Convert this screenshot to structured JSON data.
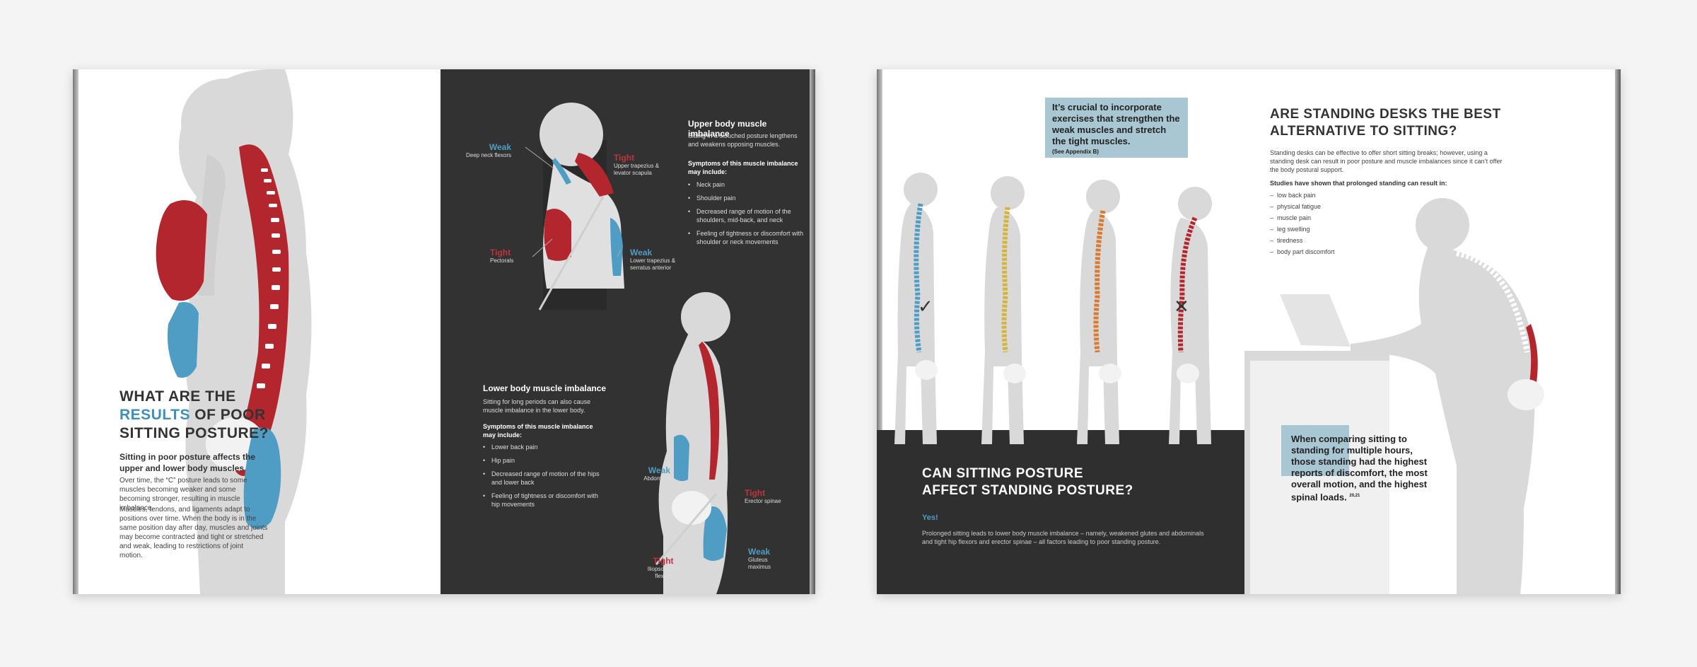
{
  "book1": {
    "left": {
      "heading_line1": "WHAT ARE THE",
      "heading_accent": "RESULTS",
      "heading_line2_rest": " OF POOR",
      "heading_line3": "SITTING POSTURE?",
      "subheading": "Sitting in poor posture affects the upper and lower body muscles",
      "para1": "Over time, the “C” posture leads to some muscles becoming weaker and some becoming stronger, resulting in muscle imbalance.",
      "para2": "Muscles, tendons, and ligaments adapt to positions over time. When the body is in the same position day after day, muscles and joints may become contracted and tight or stretched and weak, leading to restrictions of joint motion."
    },
    "right": {
      "upper": {
        "title": "Upper body muscle imbalance",
        "desc": "Sitting in a slouched posture lengthens and weakens opposing muscles.",
        "symptoms_title": "Symptoms of this muscle imbalance may include:",
        "symptoms": [
          "Neck pain",
          "Shoulder pain",
          "Decreased range of motion of the shoulders, mid-back, and neck",
          "Feeling of tightness or discomfort with shoulder or neck movements"
        ],
        "labels": {
          "weak1": "Weak",
          "weak1_sub": "Deep neck flexors",
          "tight1": "Tight",
          "tight1_sub": "Upper trapezius & levator scapula",
          "tight2": "Tight",
          "tight2_sub": "Pectorals",
          "weak2": "Weak",
          "weak2_sub": "Lower trapezius & serratus anterior"
        }
      },
      "lower": {
        "title": "Lower body muscle imbalance",
        "desc": "Sitting for long periods can also cause muscle imbalance in the lower body.",
        "symptoms_title": "Symptoms of this muscle imbalance may include:",
        "symptoms": [
          "Lower back pain",
          "Hip pain",
          "Decreased range of motion of the hips and lower back",
          "Feeling of tightness or discomfort with hip movements"
        ],
        "labels": {
          "weak1": "Weak",
          "weak1_sub": "Abdominal",
          "tight1": "Tight",
          "tight1_sub": "Erector spinae",
          "tight2": "Tight",
          "tight2_sub": "Iliopsoas hip flexors",
          "weak2": "Weak",
          "weak2_sub": "Gluteus maximus"
        }
      }
    }
  },
  "book2": {
    "left": {
      "callout": "It’s crucial to incorporate exercises that strengthen the weak muscles and stretch the tight muscles.",
      "callout_ref": "(See Appendix B)",
      "heading": "CAN SITTING POSTURE AFFECT STANDING POSTURE?",
      "yes": "Yes!",
      "para": "Prolonged sitting leads to lower body muscle imbalance – namely, weakened glutes and abdominals and tight hip flexors and erector spinae – all factors leading to poor standing posture.",
      "check_icon": "check-icon",
      "cross_icon": "cross-icon"
    },
    "right": {
      "heading": "ARE STANDING DESKS THE BEST ALTERNATIVE TO SITTING?",
      "para": "Standing desks can be effective to offer short sitting breaks; however, using a standing desk can result in poor posture and muscle imbalances since it can’t offer the body postural support.",
      "list_title": "Studies have shown that prolonged standing can result in:",
      "list": [
        "low back pain",
        "physical fatigue",
        "muscle pain",
        "leg swelling",
        "tiredness",
        "body part discomfort"
      ],
      "callout": "When comparing sitting to standing for multiple hours, those standing had the highest reports of discomfort, the most overall motion, and the highest spinal loads.",
      "callout_ref": "20,21"
    }
  },
  "colors": {
    "weak_blue": "#4f9cc4",
    "tight_red": "#b3262d",
    "dark_page": "#323232",
    "callout_blue": "#a9c6d3",
    "body_gray": "#d9d9d9"
  }
}
